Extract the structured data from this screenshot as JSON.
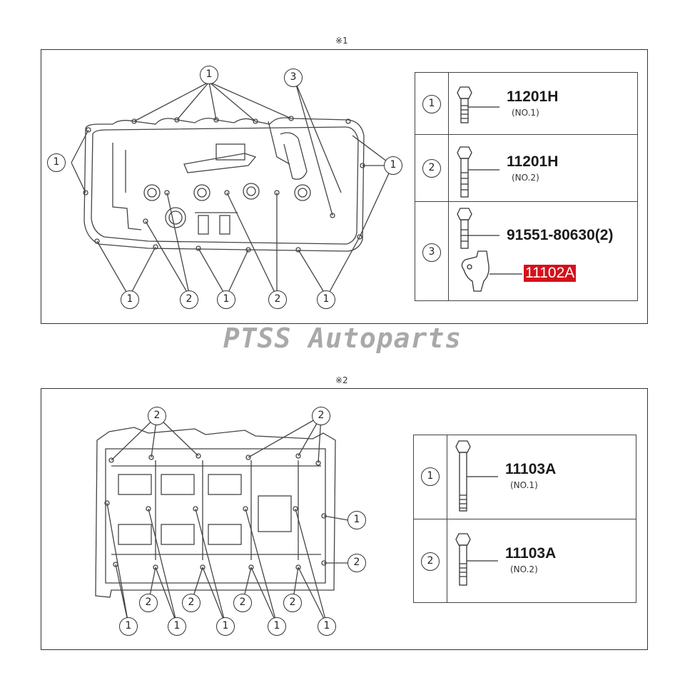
{
  "top_panel": {
    "mark": "※1",
    "callouts": [
      "1",
      "1",
      "1",
      "3",
      "1",
      "2",
      "1",
      "2",
      "1"
    ],
    "legend": [
      {
        "num": "1",
        "part": "11201H",
        "sub": "(NO.1)"
      },
      {
        "num": "2",
        "part": "11201H",
        "sub": "(NO.2)"
      },
      {
        "num": "3",
        "part": "91551-80630(2)",
        "part2": "11102A"
      }
    ]
  },
  "watermark": "PTSS Autoparts",
  "bottom_panel": {
    "mark": "※2",
    "callouts": [
      "2",
      "2",
      "1",
      "2",
      "2",
      "2",
      "2",
      "2",
      "1",
      "1",
      "1",
      "1",
      "1"
    ],
    "legend": [
      {
        "num": "1",
        "part": "11103A",
        "sub": "(NO.1)"
      },
      {
        "num": "2",
        "part": "11103A",
        "sub": "(NO.2)"
      }
    ]
  },
  "colors": {
    "highlight": "#d4111b",
    "line": "#333333",
    "watermark": "#a9a9a9"
  }
}
